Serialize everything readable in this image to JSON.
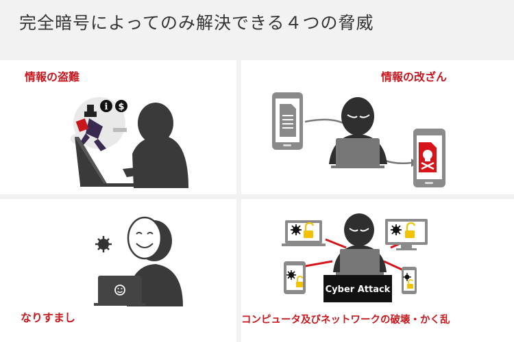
{
  "title": "完全暗号によってのみ解決できる４つの脅威",
  "quadrants": [
    {
      "label": "情報の盗難"
    },
    {
      "label": "情報の改ざん"
    },
    {
      "label": "なりすまし"
    },
    {
      "label": "コンピュータ及びネットワークの破壊・かく乱"
    }
  ],
  "cyber_attack_label": "Cyber Attack",
  "colors": {
    "label_red": "#c8161d",
    "dark": "#333333",
    "device_gray": "#8a8a8a",
    "alert_red": "#d7141a",
    "lock_yellow": "#f2c200"
  },
  "icons": [
    "thief-icon",
    "info-icon",
    "dollar-icon",
    "hacker-icon",
    "laptop-icon",
    "document-icon",
    "phone-icon",
    "skull-icon",
    "arrow-icon",
    "virus-icon",
    "mask-icon",
    "smile-icon",
    "lock-icon",
    "monitor-icon",
    "tablet-icon"
  ]
}
